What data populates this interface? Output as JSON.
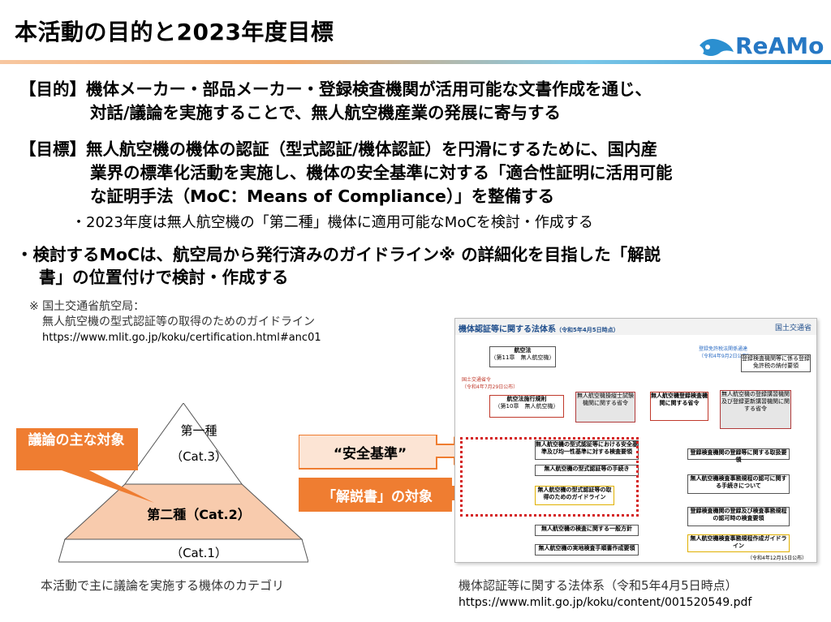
{
  "title": "本活動の目的と2023年度目標",
  "logo": {
    "text": "ReAMo"
  },
  "purpose": {
    "line1": "【目的】機体メーカー・部品メーカー・登録検査機関が活用可能な文書作成を通じ、",
    "line2": "対話/議論を実施することで、無人航空機産業の発展に寄与する"
  },
  "goal": {
    "line1": "【目標】無人航空機の機体の認証（型式認証/機体認証）を円滑にするために、国内産",
    "line2": "業界の標準化活動を実施し、機体の安全基準に対する「適合性証明に活用可能",
    "line3": "な証明手法（MoC：Means of Compliance）」を整備する",
    "bullet": "2023年度は無人航空機の「第二種」機体に適用可能なMoCを検討・作成する"
  },
  "moc_point": {
    "line1": "検討するMoCは、航空局から発行済みのガイドライン※ の詳細化を目指した「解説",
    "line2": "書」の位置付けで検討・作成する"
  },
  "footnote": {
    "line1": "※ 国土交通省航空局：",
    "line2": "無人航空機の型式認証等の取得のためのガイドライン",
    "line3": "https://www.mlit.go.jp/koku/certification.html#anc01"
  },
  "pyramid": {
    "top_label": "第一種",
    "top_cat": "（Cat.3）",
    "mid_label": "第二種（Cat.2）",
    "bottom_cat": "（Cat.1）",
    "callout": "議論の主な対象",
    "caption": "本活動で主に議論を実施する機体のカテゴリ",
    "colors": {
      "mid_fill": "#f8cbad",
      "callout": "#ef7d31"
    }
  },
  "callouts": {
    "safety": "“安全基準”",
    "commentary": "「解説書」の対象"
  },
  "document": {
    "header": "機体認証等に関する法体系",
    "header_date": "（令和5年4月5日時点）",
    "org": "国土交通省",
    "law": "航空法",
    "law_sub": "（第11章　無人航空機）",
    "note_r": "登録免許税法関係通達",
    "note_r_date": "（令和4年9月2日公布）",
    "tax": "登録検査機関等に係る登録免許税の納付要領",
    "ordinance_label": "国土交通省令",
    "ordinance_date": "（令和4年7月29日公布）",
    "rules": "航空法施行規則",
    "rules_sub": "（第10章　無人航空機）",
    "g1": "無人航空機操縦士試験機関に関する省令",
    "g2": "無人航空機登録検査機関に関する省令",
    "g3": "無人航空機の登録講習機関及び登録更新講習機関に関する省令",
    "c1": "無人航空機の型式認証等における安全基準及び均一性基準に対する検査要領",
    "c2": "無人航空機の型式認証等の手続き",
    "c3": "無人航空機の型式認証等の取得のためのガイドライン",
    "c4": "無人航空機の検査に関する一般方針",
    "c5": "無人航空機の実地検査手順書作成要領",
    "r1": "登録検査機関の登録等に関する取扱要領",
    "r2": "無人航空機検査事務規程の認可に関する手続きについて",
    "r3": "登録検査機関の登録及び検査事務規程の認可時の検査要領",
    "r4": "無人航空機検査事務規程作成ガイドライン",
    "r4_date": "（令和4年12月15日公布）",
    "caption": "機体認証等に関する法体系（令和5年4月5日時点）",
    "url": "https://www.mlit.go.jp/koku/content/001520549.pdf"
  }
}
